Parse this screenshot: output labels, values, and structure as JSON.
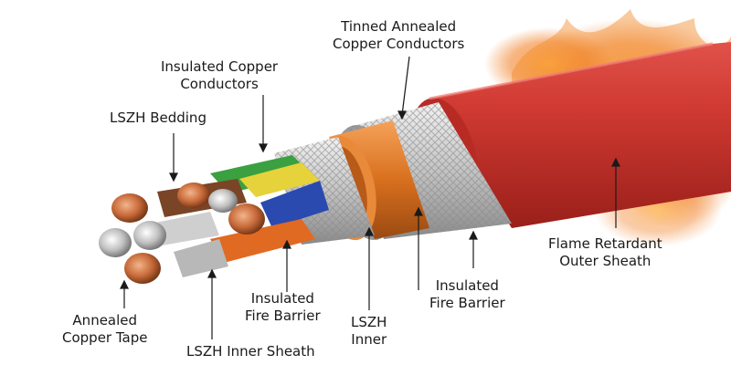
{
  "colors": {
    "outer_sheath": "#c9302a",
    "flame": "#f07a1c",
    "braid": "#c8c8c8",
    "copper": "#c86a3a",
    "fire_barrier_tape": "#e07a26",
    "core_green": "#3aa040",
    "core_yellow": "#e6d23a",
    "core_blue": "#2a4ab0",
    "core_brown": "#7a4426",
    "core_orange": "#e06a22",
    "core_grey": "#b8b8b8"
  },
  "labels": {
    "tinned": {
      "line1": "Tinned Annealed",
      "line2": "Copper Conductors"
    },
    "insulated_cu": {
      "line1": "Insulated Copper",
      "line2": "Conductors"
    },
    "lszh_bedding": {
      "line1": "LSZH Bedding"
    },
    "flame_retardant": {
      "line1": "Flame Retardant",
      "line2": "Outer Sheath"
    },
    "annealed_tape": {
      "line1": "Annealed",
      "line2": "Copper Tape"
    },
    "lszh_inner_sheath": {
      "line1": "LSZH Inner Sheath"
    },
    "insulated_fb_left": {
      "line1": "Insulated",
      "line2": "Fire Barrier"
    },
    "lszh_inner": {
      "line1": "LSZH",
      "line2": "Inner"
    },
    "insulated_fb_right": {
      "line1": "Insulated",
      "line2": "Fire Barrier"
    }
  }
}
